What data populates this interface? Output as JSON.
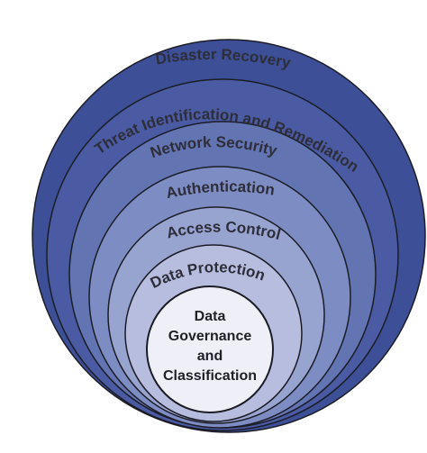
{
  "layers": [
    {
      "label": "Disaster Recovery",
      "color": "#3c4f97"
    },
    {
      "label": "Threat Identification and Remediation",
      "color": "#4a5ba3"
    },
    {
      "label": "Network Security",
      "color": "#6374b3"
    },
    {
      "label": "Authentication",
      "color": "#7d8cc2"
    },
    {
      "label": "Access Control",
      "color": "#98a4d0"
    },
    {
      "label": "Data Protection",
      "color": "#b6bddf"
    },
    {
      "label_lines": [
        "Data",
        "Governance",
        "and",
        "Classification"
      ],
      "color": "#eeeff7"
    }
  ],
  "stroke_color": "#1c1c26"
}
